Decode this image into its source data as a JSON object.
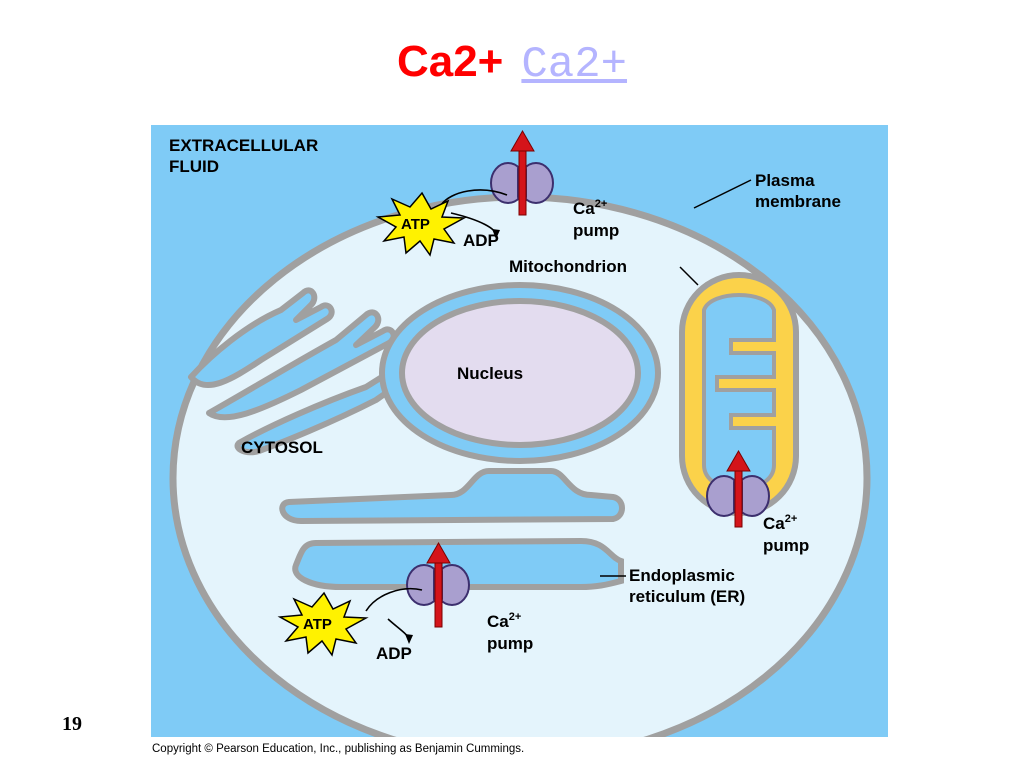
{
  "title": {
    "main": "Ca2+",
    "link": "Ca2+"
  },
  "slide_number": "19",
  "copyright": "Copyright © Pearson Education, Inc., publishing as Benjamin Cummings.",
  "diagram": {
    "extracellular_line1": "EXTRACELLULAR",
    "extracellular_line2": "FLUID",
    "plasma_line1": "Plasma",
    "plasma_line2": "membrane",
    "mitochondrion": "Mitochondrion",
    "nucleus": "Nucleus",
    "cytosol": "CYTOSOL",
    "er_line1": "Endoplasmic",
    "er_line2": "reticulum (ER)",
    "pump_ca": "Ca",
    "pump_charge": "2+",
    "pump_word": "pump",
    "atp": "ATP",
    "adp": "ADP"
  },
  "colors": {
    "extracellular": "#7fcbf6",
    "cytosol": "#e4f4fc",
    "membrane": "#a0a0a0",
    "nucleus": "#e3dcef",
    "mito_matrix": "#fbd24a",
    "pump": "#a99fcf",
    "arrow": "#d4141a",
    "atp_star": "#fff200",
    "title": "#ff0000",
    "title_link": "#b4b4ff"
  }
}
